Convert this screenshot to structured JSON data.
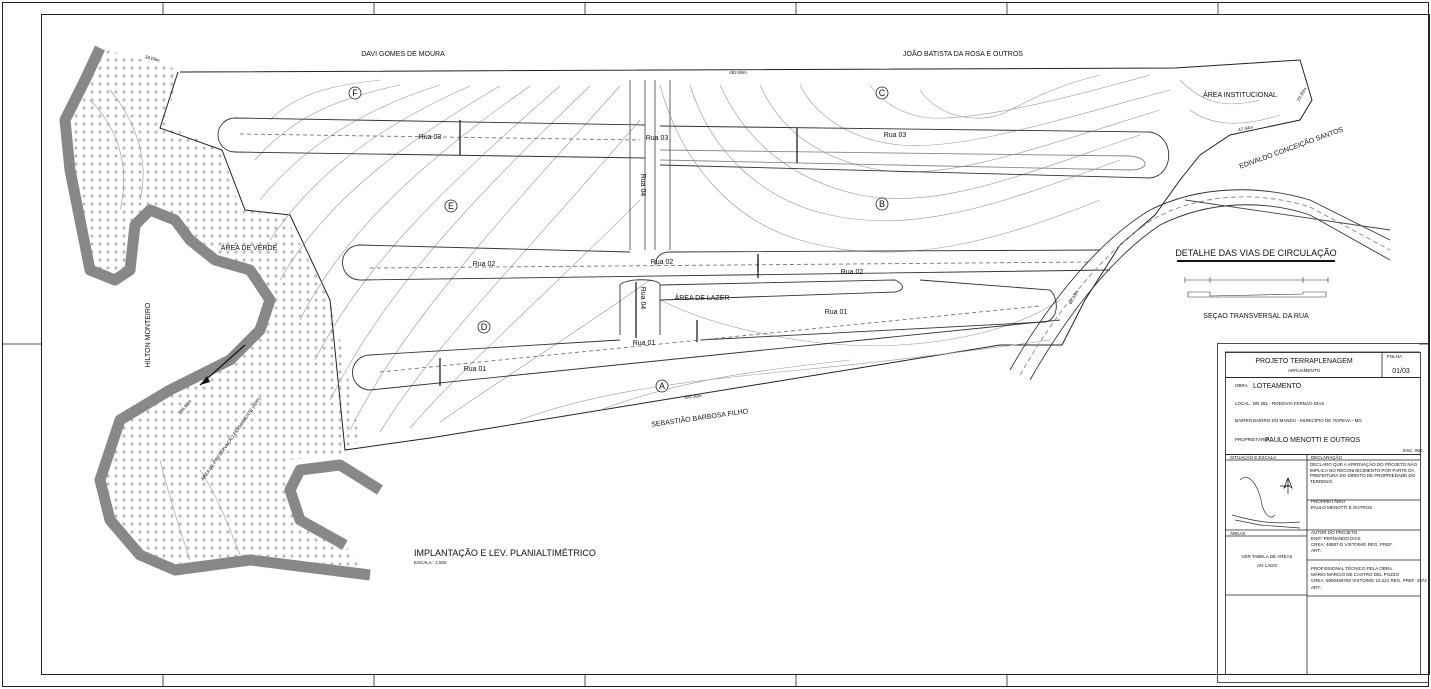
{
  "sheet": {
    "title": "IMPLANTAÇÃO E LEV. PLANIALTIMÉTRICO",
    "scale": "ESCALA : 1:500"
  },
  "neighbors": {
    "north_left": "DAVI GOMES DE MOURA",
    "north_right": "JOÃO BATISTA DA ROSA E OUTROS",
    "west": "HILTON MONTEIRO",
    "south": "SEBASTIÃO BARBOSA FILHO",
    "east": "EDIVALDO CONCEIÇÃO SANTOS"
  },
  "areas": {
    "green": "ÁREA DE VERDE",
    "leisure": "ÁREA DE LAZER",
    "institutional": "ÁREA INSTITUCIONAL",
    "preservation": "ÁREA DE PRESERVAÇÃO PERMANENTE (APP)"
  },
  "streets": {
    "rua01_a": "Rua 01",
    "rua01_b": "Rua 01",
    "rua01_c": "Rua 01",
    "rua02_a": "Rua 02",
    "rua02_b": "Rua 02",
    "rua02_c": "Rua 02",
    "rua03_a": "Rua 03",
    "rua03_b": "Rua 03",
    "rua03_c": "Rua 03",
    "rua04_a": "Rua 04",
    "rua04_b": "Rua 04"
  },
  "blocks": [
    "A",
    "B",
    "C",
    "D",
    "E",
    "F"
  ],
  "dimensions": {
    "north": "492.69m",
    "south": "309.36m",
    "northwest": "34.09m",
    "east_a": "47.44m",
    "east_b": "23.30m",
    "southeast": "68.33m",
    "west": "336.80m"
  },
  "detail": {
    "title": "DETALHE DAS VIAS DE CIRCULAÇÃO",
    "section": "SEÇAO TRANSVERSAL DA RUA"
  },
  "title_block": {
    "project": "PROJETO TERRAPLENAGEM",
    "subproject": "ARRUAMENTO",
    "sheet_label": "FOLHA",
    "sheet_number": "01/03",
    "work_label": "OBRA",
    "work_value": "LOTEAMENTO",
    "place_label": "LOCAL",
    "place_value": "BR 381 - RODOVIA FERNÃO DIAS",
    "district_label": "BAIRRO",
    "district_value": "BAIRRO DO MANDU - MUNICÍPIO DE ITAPEVA - MG",
    "owners_label": "PROPRIETÁRIO",
    "owners_value": "PAULO MENOTTI E OUTROS",
    "scale_label": "ESC. IND.",
    "situation_label": "SITUAÇÃO E ESCALA",
    "declaration_label": "DECLARAÇÃO",
    "declaration_text": "DECLARO QUE A APROVAÇÃO DO PROJETO NÃO IMPLICA NO RECONHECIMENTO POR PARTE DA PREFEITURA DO DIREITO DE PROPRIEDADE DO TERRENO.",
    "owner_sign_label": "PROPRIETÁRIO",
    "owner_sign_value": "PAULO MENOTTI E OUTROS",
    "areas_label": "ÁREAS",
    "areas_note_1": "VER TABELA DE ÁREAS",
    "areas_note_2": "AO LADO",
    "author_label": "AUTOR DO PROJETO",
    "author_value": "ENGº FERNANDO DIAS",
    "author_crea": "CREA: 48987-D   VISTO/MG      REG. PREF.",
    "author_art": "ART.:",
    "tech_label": "PROFISSIONAL TÉCNICO PELA OBRA",
    "tech_value": "MÁRIO MARCIO DE CASTRO DEL POZZO",
    "tech_crea": "CREA: 5060469780   VISTO/MG 19.221   REG. PREF. 2974",
    "tech_art": "ART.:"
  }
}
